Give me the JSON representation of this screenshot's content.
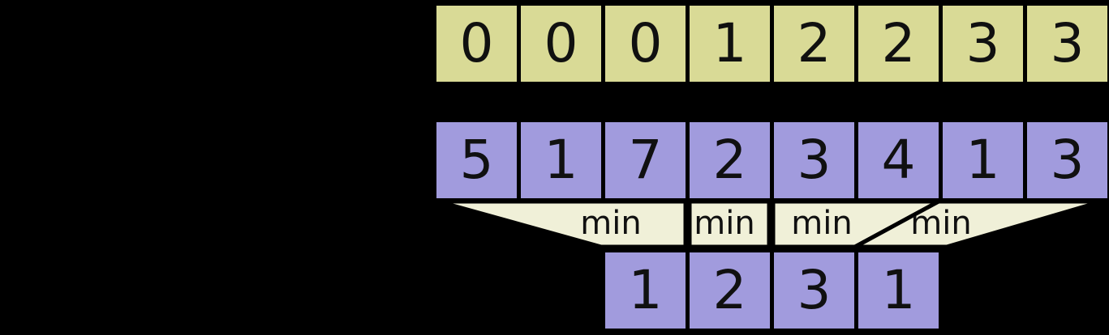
{
  "figure": {
    "block_index_row": {
      "values": [
        "0",
        "0",
        "0",
        "1",
        "2",
        "2",
        "3",
        "3"
      ]
    },
    "array_row": {
      "values": [
        "5",
        "1",
        "7",
        "2",
        "3",
        "4",
        "1",
        "3"
      ]
    },
    "block_min_row": {
      "values": [
        "1",
        "2",
        "3",
        "1"
      ]
    },
    "operation_labels": [
      "min",
      "min",
      "min",
      "min"
    ],
    "colors": {
      "block-fill": "#d9da96",
      "array-fill": "#a19bdd",
      "funnel-fill": "#f0f0d8",
      "border": "#000000",
      "background": "#000000"
    }
  }
}
